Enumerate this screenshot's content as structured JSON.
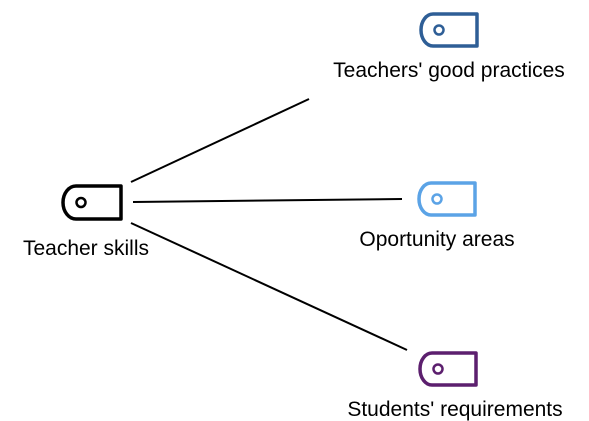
{
  "diagram": {
    "root": {
      "label": "Teacher skills",
      "color": "#000000",
      "icon": "tag-icon"
    },
    "children": [
      {
        "label": "Teachers' good practices",
        "color": "#2E5E96",
        "icon": "tag-icon"
      },
      {
        "label": "Oportunity areas",
        "color": "#5BA3E6",
        "icon": "tag-icon"
      },
      {
        "label": "Students' requirements",
        "color": "#5C1F6E",
        "icon": "tag-icon"
      }
    ],
    "connector_color": "#000000"
  }
}
